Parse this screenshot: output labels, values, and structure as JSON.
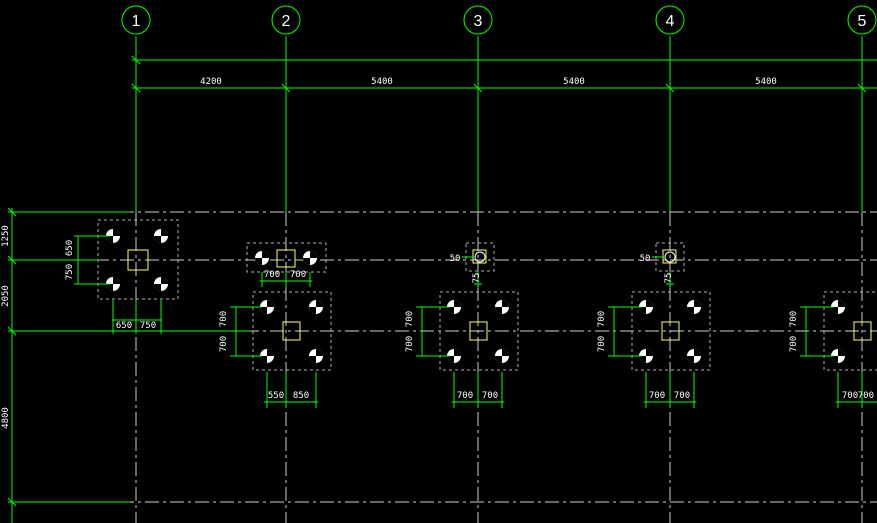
{
  "axes": {
    "labels": [
      "1",
      "2",
      "3",
      "4",
      "5"
    ]
  },
  "top_dimensions": [
    "4200",
    "5400",
    "5400",
    "5400"
  ],
  "left_dimensions": [
    "1250",
    "2050",
    "4800"
  ],
  "caps": {
    "cap1": {
      "v1": "650",
      "v2": "750",
      "h1": "650",
      "h2": "750"
    },
    "cap2_top": {
      "h1": "700",
      "h2": "700"
    },
    "cap2": {
      "v1": "700",
      "v2": "700",
      "h1": "550",
      "h2": "850"
    },
    "cap3": {
      "v1": "700",
      "v2": "700",
      "h1": "700",
      "h2": "700"
    },
    "cap4": {
      "v1": "700",
      "v2": "700",
      "h1": "700",
      "h2": "700"
    },
    "cap5": {
      "v1": "700",
      "v2": "700",
      "h1": "700",
      "h2": "700"
    }
  },
  "small_piles": {
    "p3": {
      "side": "50",
      "below": "75"
    },
    "p4": {
      "side": "50",
      "below": "75"
    }
  }
}
